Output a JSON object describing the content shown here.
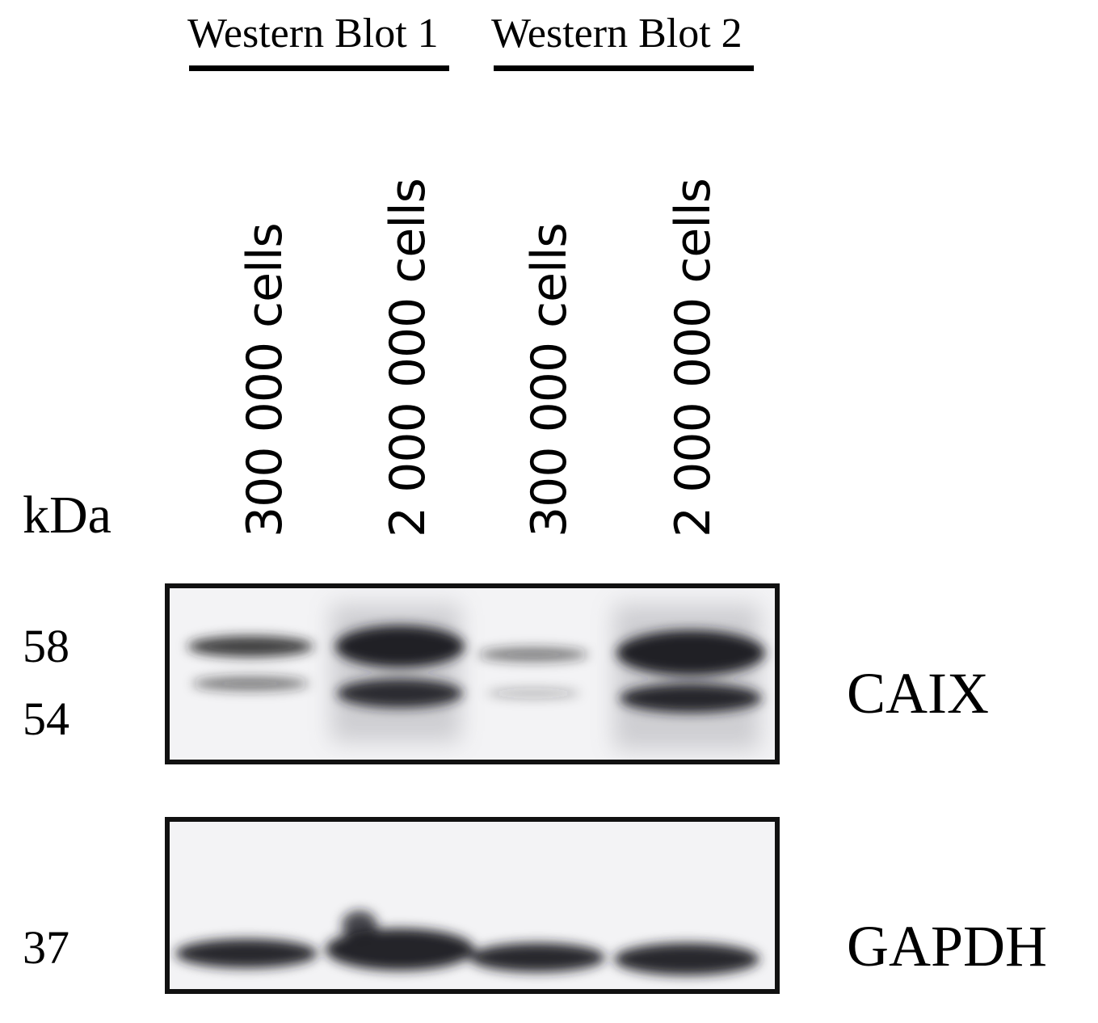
{
  "groups": [
    {
      "label": "Western Blot 1"
    },
    {
      "label": "Western Blot 2"
    }
  ],
  "lanes": [
    {
      "label": "300 000 cells"
    },
    {
      "label": "2 000 000 cells"
    },
    {
      "label": "300 000 cells"
    },
    {
      "label": "2 000 000 cells"
    }
  ],
  "marker_axis": {
    "unit": "kDa",
    "markers": [
      "58",
      "54",
      "37"
    ]
  },
  "blots": [
    {
      "protein": "CAIX"
    },
    {
      "protein": "GAPDH"
    }
  ],
  "colors": {
    "band": "#1c1c22",
    "membrane": "#f3f3f5",
    "frame": "#111111"
  }
}
